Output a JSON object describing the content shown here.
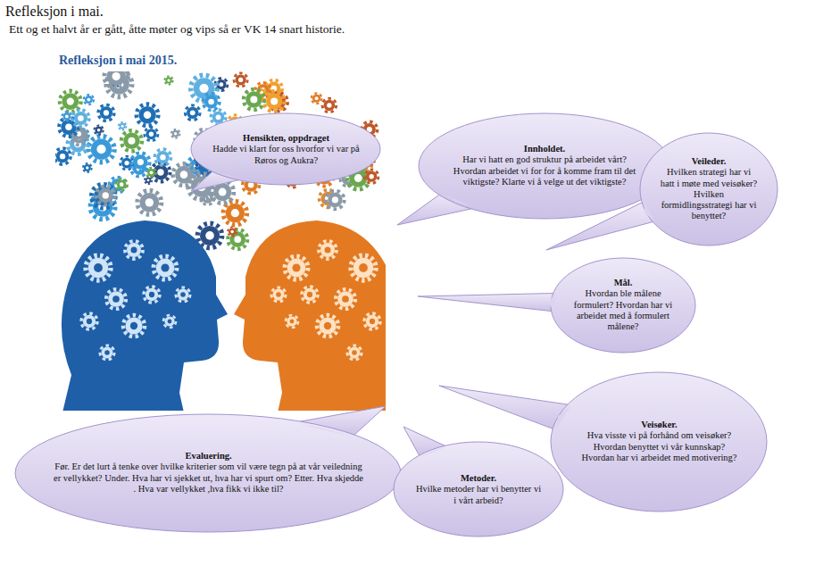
{
  "diagram": {
    "title": "Refleksjon i mai.",
    "nodes": [
      {
        "text": [
          "Hensikten, oppdraget",
          "Hadde vi klart for oss hvorfor vi var på Røros og Aukra?"
        ]
      },
      {
        "text": [
          "Innholdet.",
          "Har vi hatt en god struktur på arbeidet vårt? Hvordan arbeidet vi for for å komme fram til det viktigste? Klarte vi å velge ut det viktigste?"
        ]
      },
      {
        "text": [
          "Veileder.",
          "Hvilken strategi har vi hatt i møte med veisøker? Hvilken formidlingsstrategi har vi benyttet?"
        ]
      },
      {
        "text": [
          "Mål.",
          "Hvordan ble målene formulert? Hvordan har vi arbeidet med å formulert målene?"
        ]
      },
      {
        "text": [
          "Veisøker.",
          "Hva visste vi på forhånd om veisøker? Hvordan benyttet vi vår kunnskap? Hvordan har vi arbeidet med motivering?"
        ]
      },
      {
        "text": [
          "Evaluering.",
          "Før. Er det lurt å tenke over hvilke kriterier som vil være tegn på at vår veiledning er vellykket? Under. Hva har vi sjekket ut, hva har vi spurt om? Etter. Hva skjedde . Hva var vellykket ,hva fikk vi ikke til?"
        ]
      },
      {
        "text": [
          "Metoder.",
          "Hvilke metoder har vi benytter vi i vårt arbeid?"
        ]
      }
    ],
    "labels": [
      "Ett og et halvt år er gått, åtte møter og vips så er VK 14 snart historie.",
      "Refleksjon i mai 2015."
    ]
  }
}
